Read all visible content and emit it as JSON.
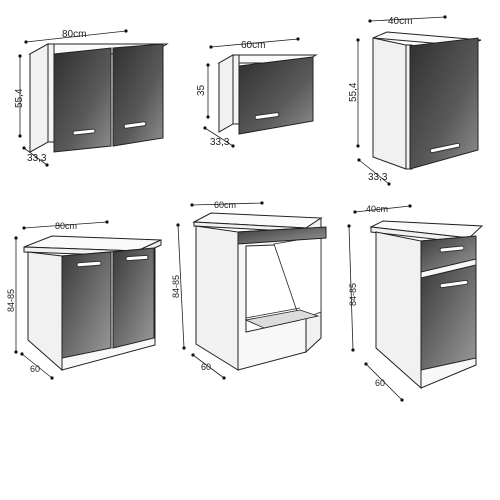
{
  "colors": {
    "door_dark": "#3a3a3a",
    "door_light": "#8a8a8a",
    "carcass": "#f1f1f1",
    "outline": "#222222"
  },
  "cabinets": [
    {
      "name": "wall-cabinet-80",
      "width_label": "80cm",
      "height_label": "55,4",
      "depth_label": "33,3"
    },
    {
      "name": "wall-cabinet-60",
      "width_label": "60cm",
      "height_label": "35",
      "depth_label": "33,3"
    },
    {
      "name": "wall-cabinet-40",
      "width_label": "40cm",
      "height_label": "55,4",
      "depth_label": "33,3"
    },
    {
      "name": "base-cabinet-80",
      "width_label": "80cm",
      "height_label": "84-85",
      "depth_label": "60"
    },
    {
      "name": "oven-housing-60",
      "width_label": "60cm",
      "height_label": "84-85",
      "depth_label": "60"
    },
    {
      "name": "drawer-cabinet-40",
      "width_label": "40cm",
      "height_label": "84-85",
      "depth_label": "60"
    }
  ]
}
